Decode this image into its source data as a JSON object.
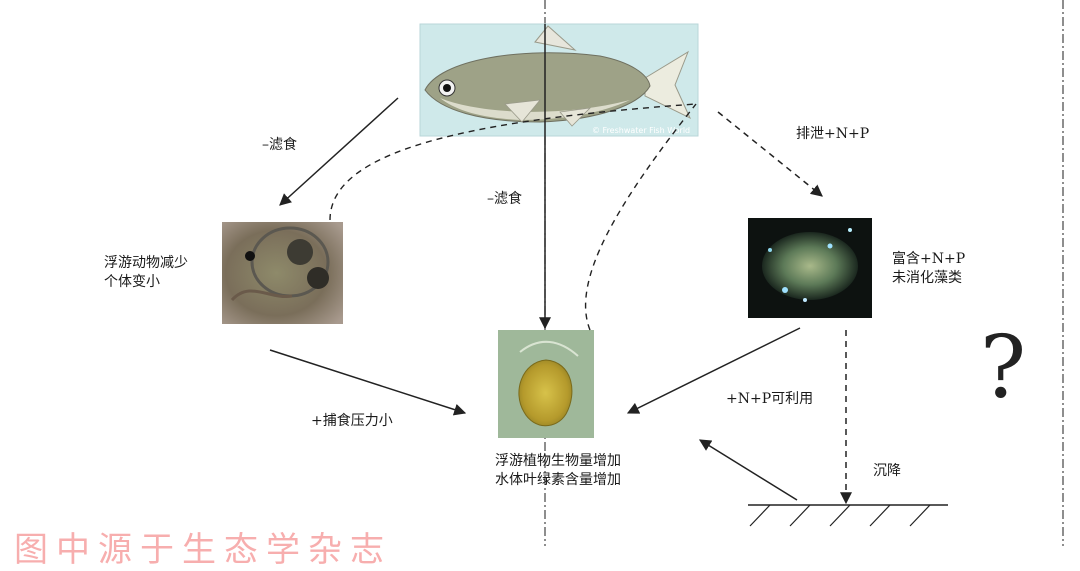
{
  "labels": {
    "filter_feed_left": "–滤食",
    "filter_feed_center": "–滤食",
    "excretion": "排泄+N+P",
    "zooplankton_line1": "浮游动物减少",
    "zooplankton_line2": "个体变小",
    "rich_line1": "富含+N+P",
    "rich_line2": "未消化藻类",
    "predation_pressure": "+捕食压力小",
    "np_available": "+N+P可利用",
    "phyto_line1": "浮游植物生物量增加",
    "phyto_line2": "水体叶绿素含量增加",
    "sedimentation": "沉降",
    "question": "?"
  },
  "fish_credit": "© Freshwater Fish World",
  "watermark": "图中源于生态学杂志",
  "colors": {
    "fish_panel_bg": "#cfe9ea",
    "watermark": "#f26d6d"
  }
}
